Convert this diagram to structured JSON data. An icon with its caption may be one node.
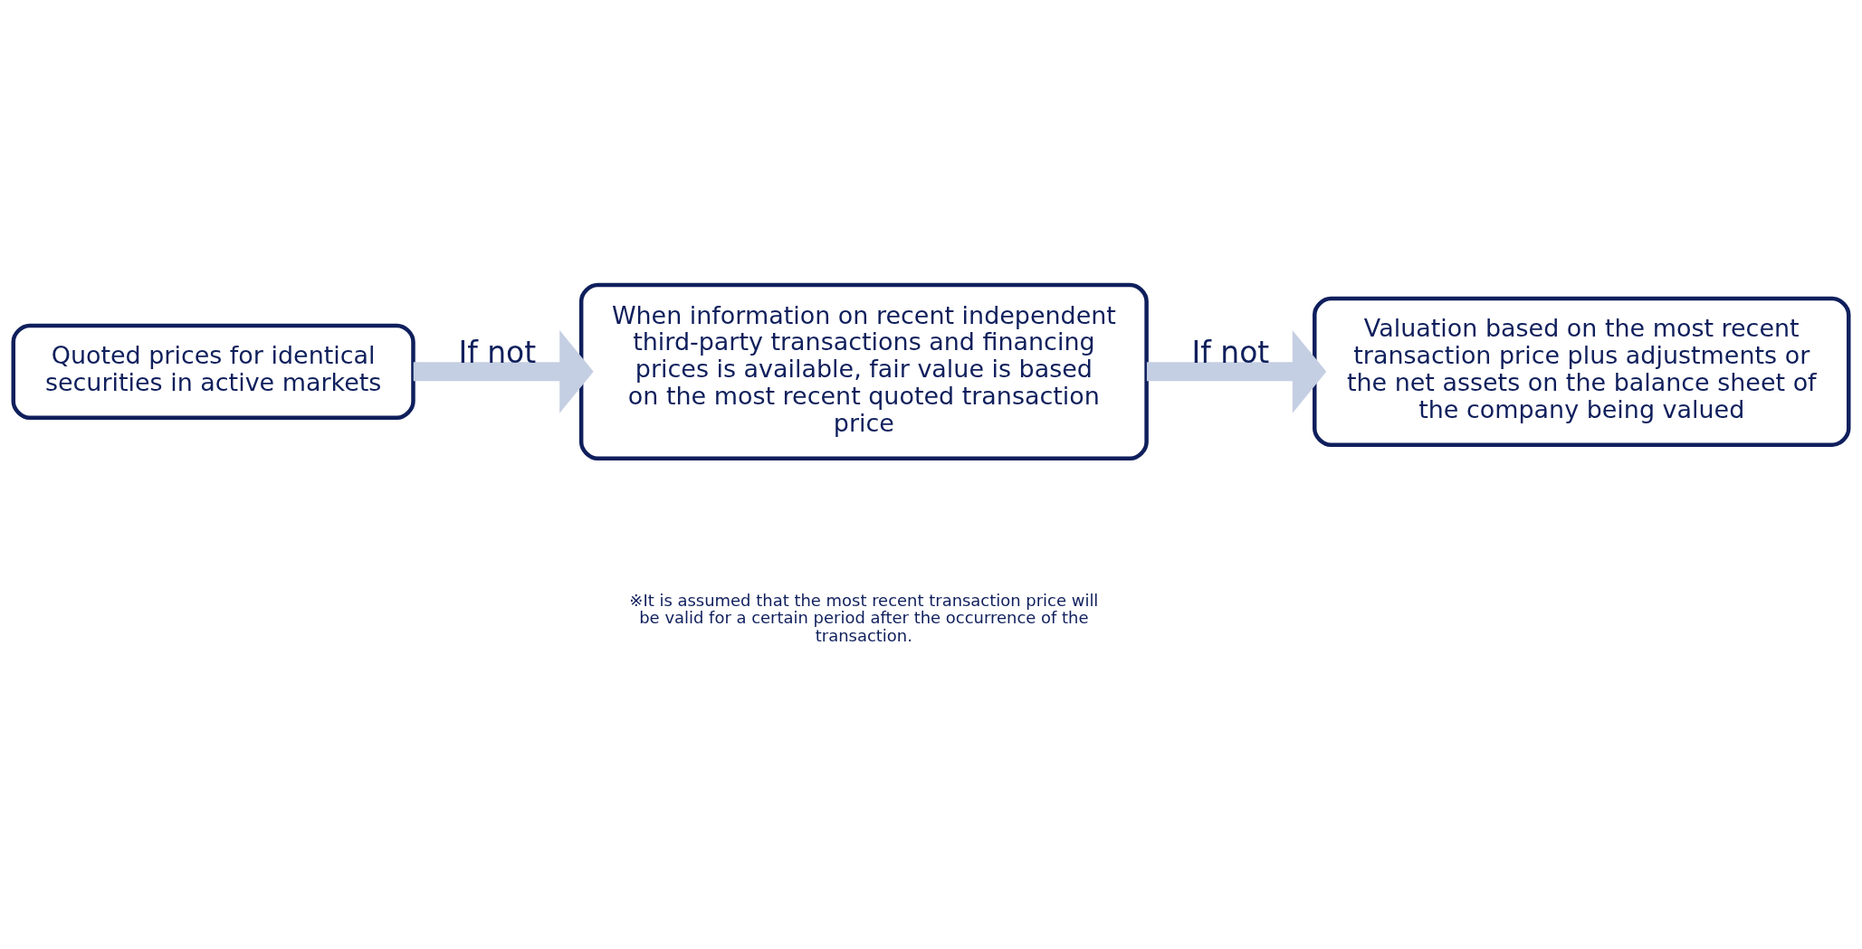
{
  "diagram": {
    "nodes": [
      {
        "text": [
          "Quoted prices for identical securities in active markets"
        ]
      },
      {
        "text": [
          "When information on recent independent third-party transactions and financing prices is available, fair value is based on the most recent quoted transaction price"
        ]
      },
      {
        "text": [
          "Valuation based on the most recent transaction price plus adjustments or the net assets on the balance sheet of the company being valued"
        ]
      }
    ],
    "edges": [
      {
        "from": 0,
        "to": 1,
        "arrow": "to",
        "label": "If not"
      },
      {
        "from": 1,
        "to": 2,
        "arrow": "to",
        "label": "If not"
      }
    ],
    "labels": [
      "※It is assumed that the most recent transaction price will be valid for a certain period after the occurrence of the transaction."
    ]
  }
}
